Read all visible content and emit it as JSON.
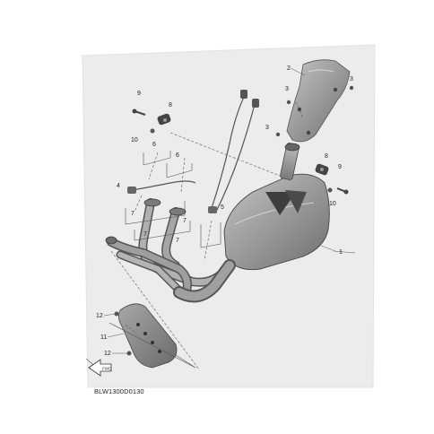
{
  "diagram": {
    "callouts": [
      "1",
      "2",
      "3",
      "3",
      "3",
      "4",
      "5",
      "6",
      "6",
      "7",
      "7",
      "7",
      "7",
      "8",
      "8",
      "9",
      "9",
      "10",
      "10",
      "11",
      "12",
      "12"
    ],
    "caption": "BLW1300D0130",
    "fwd_label": "FWD"
  }
}
